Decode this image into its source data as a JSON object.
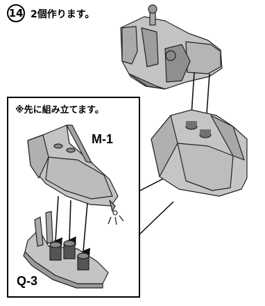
{
  "step": {
    "number": "14",
    "instruction": "2個作ります。"
  },
  "detail": {
    "note": "※先に組み立てます。",
    "parts": [
      {
        "label": "M-1"
      },
      {
        "label": "Q-3"
      }
    ]
  }
}
